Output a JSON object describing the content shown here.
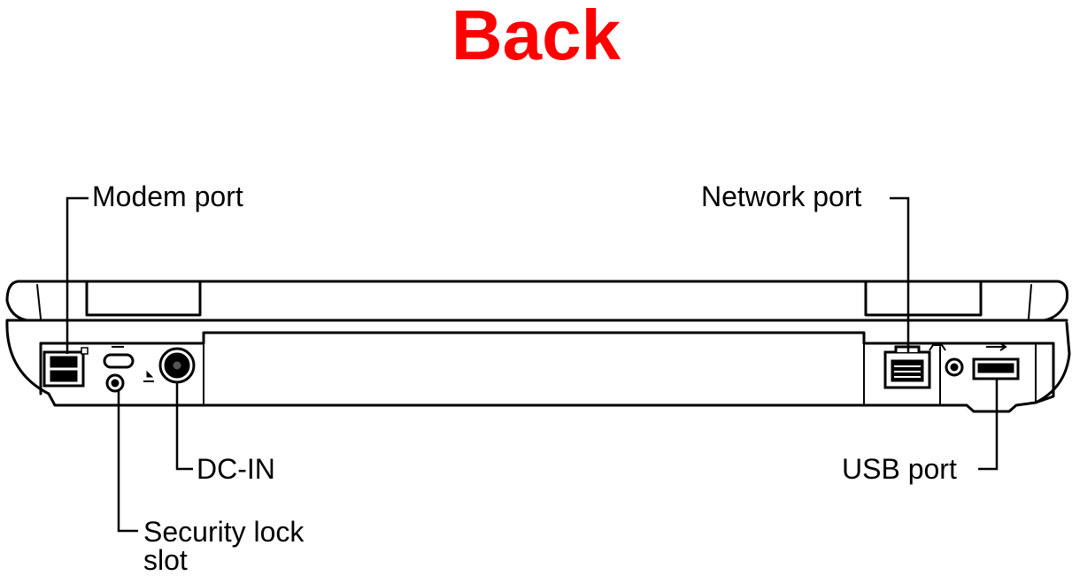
{
  "title": "Back",
  "colors": {
    "title": "#ff0000",
    "line": "#000000",
    "body_fill": "#ffffff"
  },
  "labels": {
    "modem_port": "Modem port",
    "network_port": "Network port",
    "dc_in": "DC-IN",
    "usb_port": "USB port",
    "security_lock_line1": "Security lock",
    "security_lock_line2": "slot"
  }
}
